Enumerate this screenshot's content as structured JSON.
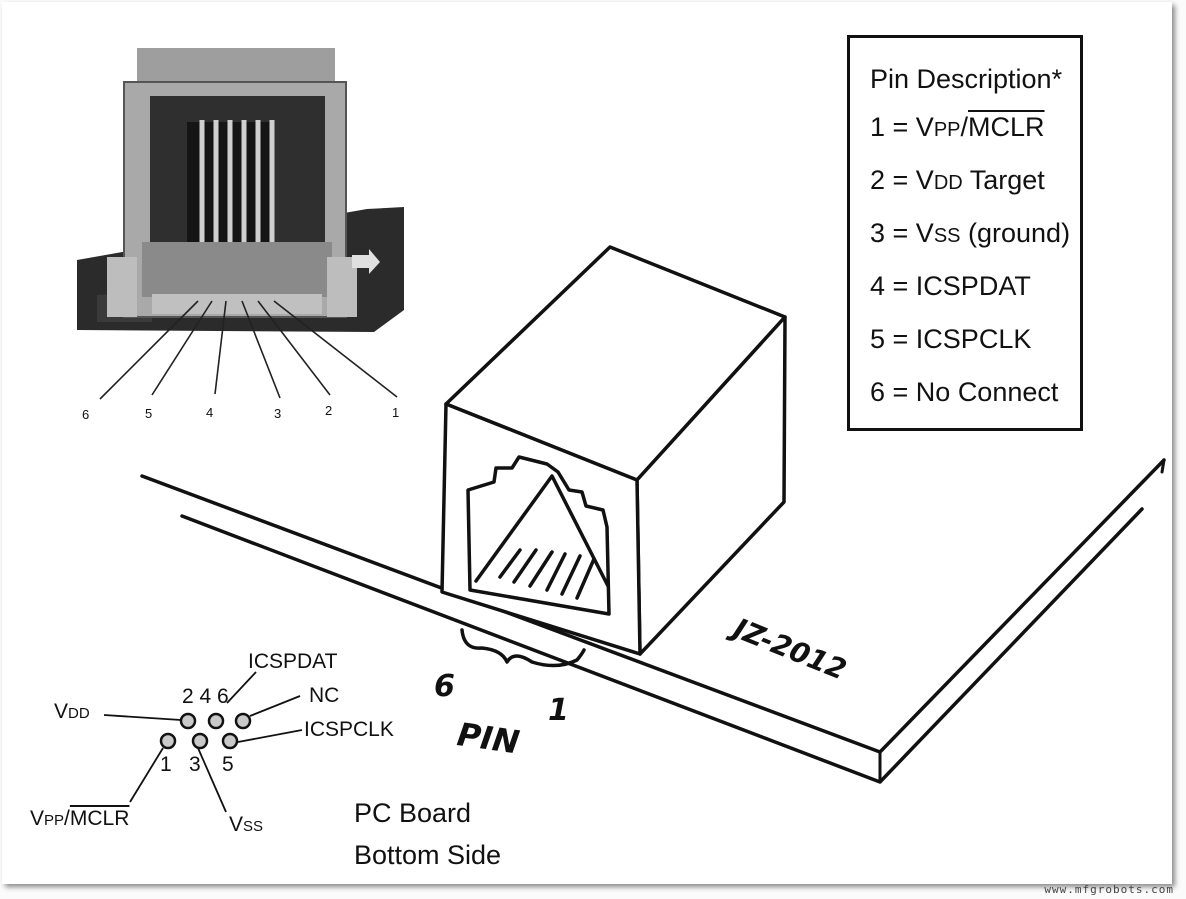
{
  "pin_description": {
    "title": "Pin Description*",
    "rows": [
      {
        "num": "1 = ",
        "a": "V",
        "b": "PP",
        "c": "/",
        "d": "MCLR",
        "e": ""
      },
      {
        "num": "2 = ",
        "a": "V",
        "b": "DD",
        "c": " Target"
      },
      {
        "num": "3 = ",
        "a": "V",
        "b": "SS",
        "c": " (ground)"
      },
      {
        "num": "4 = ",
        "a": "ICSPDAT"
      },
      {
        "num": "5 = ",
        "a": "ICSPCLK"
      },
      {
        "num": "6 = ",
        "a": "No Connect"
      }
    ]
  },
  "photo_pins": [
    "6",
    "5",
    "4",
    "3",
    "2",
    "1"
  ],
  "sketch": {
    "pin_left": "6",
    "pin_right": "1",
    "pin_word": "PIN",
    "signature": "JZ-2012"
  },
  "pcb": {
    "top_numbers": "2  4  6",
    "bottom_n1": "1",
    "bottom_n3": "3",
    "bottom_n5": "5",
    "icspdat": "ICSPDAT",
    "nc": "NC",
    "icspclk": "ICSPCLK",
    "vdd_a": "V",
    "vdd_b": "DD",
    "vpp_a": "V",
    "vpp_b": "PP",
    "vpp_c": "/",
    "vpp_d": "MCLR",
    "vss_a": "V",
    "vss_b": "SS",
    "caption_line1": "PC Board",
    "caption_line2": "Bottom Side"
  },
  "watermark": "www.mfgrobots.com"
}
